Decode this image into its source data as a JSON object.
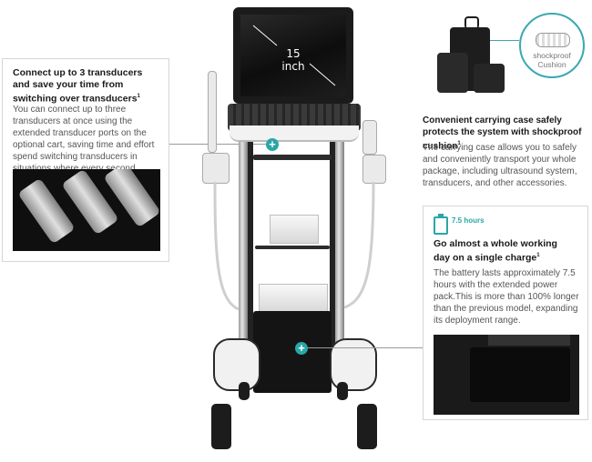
{
  "device": {
    "screen_label": "15 inch"
  },
  "callouts": {
    "transducers": {
      "title": "Connect up to 3 transducers and save your time from switching over transducers",
      "title_sup": "1",
      "body": "You can connect up to three transducers at once using the extended transducer ports on the optional cart, saving time and effort spend switching transducers in situations where every second counts."
    },
    "carrying_case": {
      "title": "Convenient carrying case safely protects the system with shockproof cushion",
      "title_sup": "1",
      "body": "The carrying case allows you to safely and conveniently transport your whole package, including ultrasound system, transducers, and other accessories.",
      "badge": "shockproof Cushion"
    },
    "battery": {
      "hours_badge": "7.5 hours",
      "title": "Go almost a whole working day on a single charge",
      "title_sup": "1",
      "body": "The battery lasts approximately 7.5 hours with the extended power pack.This is more than 100% longer than the previous model, expanding its deployment range."
    }
  },
  "markers": {
    "symbol": "+"
  },
  "colors": {
    "accent": "#2aa6a6",
    "panel_border": "#d6d6d6"
  },
  "icons": [
    "plus-marker-icon",
    "battery-icon",
    "shockproof-cushion-icon"
  ]
}
